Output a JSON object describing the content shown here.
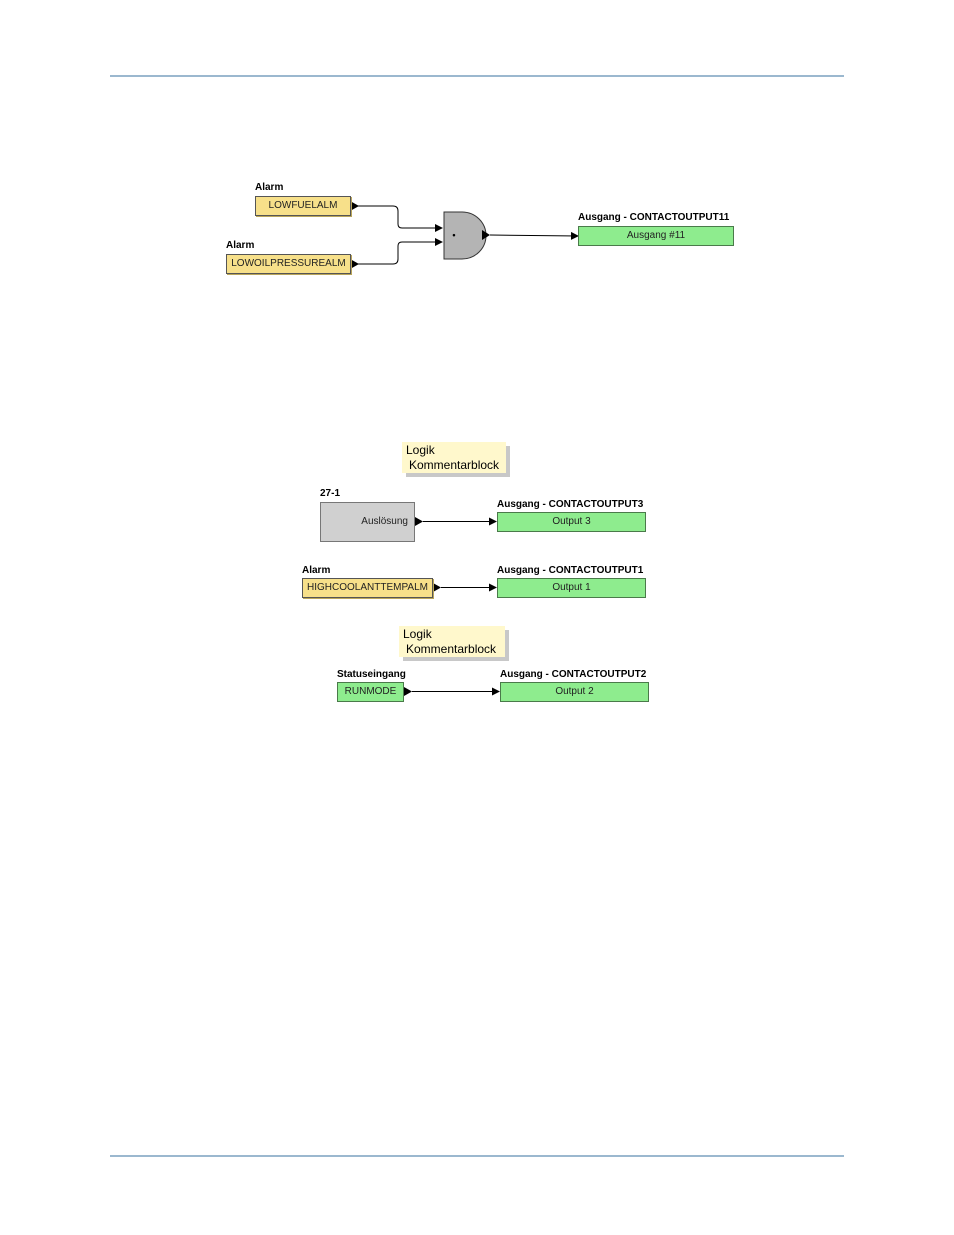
{
  "diagram1": {
    "input_a": {
      "type_label": "Alarm",
      "name": "LOWFUELALM"
    },
    "input_b": {
      "type_label": "Alarm",
      "name": "LOWOILPRESSUREALM"
    },
    "gate_symbol": "•",
    "output": {
      "type_label": "Ausgang - CONTACTOUTPUT11",
      "name": "Ausgang #11"
    }
  },
  "diagram2": {
    "comment_top": {
      "line1": "Logik",
      "line2": "Kommentarblock"
    },
    "element_27": {
      "type_label": "27-1",
      "name": "Auslösung"
    },
    "output3": {
      "type_label": "Ausgang - CONTACTOUTPUT3",
      "name": "Output 3"
    },
    "alarm": {
      "type_label": "Alarm",
      "name": "HIGHCOOLANTTEMPALM"
    },
    "output1": {
      "type_label": "Ausgang - CONTACTOUTPUT1",
      "name": "Output 1"
    },
    "comment_bottom": {
      "line1": "Logik",
      "line2": "Kommentarblock"
    },
    "status": {
      "type_label": "Statuseingang",
      "name": "RUNMODE"
    },
    "output2": {
      "type_label": "Ausgang - CONTACTOUTPUT2",
      "name": "Output 2"
    }
  },
  "colors": {
    "alarm_fill": "#f7e08a",
    "output_fill": "#8eec8e",
    "element_fill": "#d0d0d0",
    "comment_fill": "#fff8cc",
    "rule": "#9bb8cf"
  }
}
